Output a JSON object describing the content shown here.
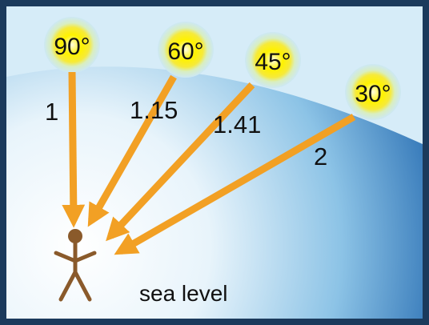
{
  "diagram": {
    "suns": [
      {
        "angle_label": "90°"
      },
      {
        "angle_label": "60°"
      },
      {
        "angle_label": "45°"
      },
      {
        "angle_label": "30°"
      }
    ],
    "path_lengths": [
      {
        "value": "1"
      },
      {
        "value": "1.15"
      },
      {
        "value": "1.41"
      },
      {
        "value": "2"
      }
    ],
    "ground_label": "sea level",
    "colors": {
      "frame": "#1b3a5c",
      "sky": "#d6ecf8",
      "atmosphere_edge": "#2a6fb3",
      "atmosphere_center": "#ffffff",
      "arrow": "#f2a024",
      "sun_core": "#fff200",
      "sun_halo": "#cde8f4",
      "person": "#8a5a2b"
    }
  }
}
